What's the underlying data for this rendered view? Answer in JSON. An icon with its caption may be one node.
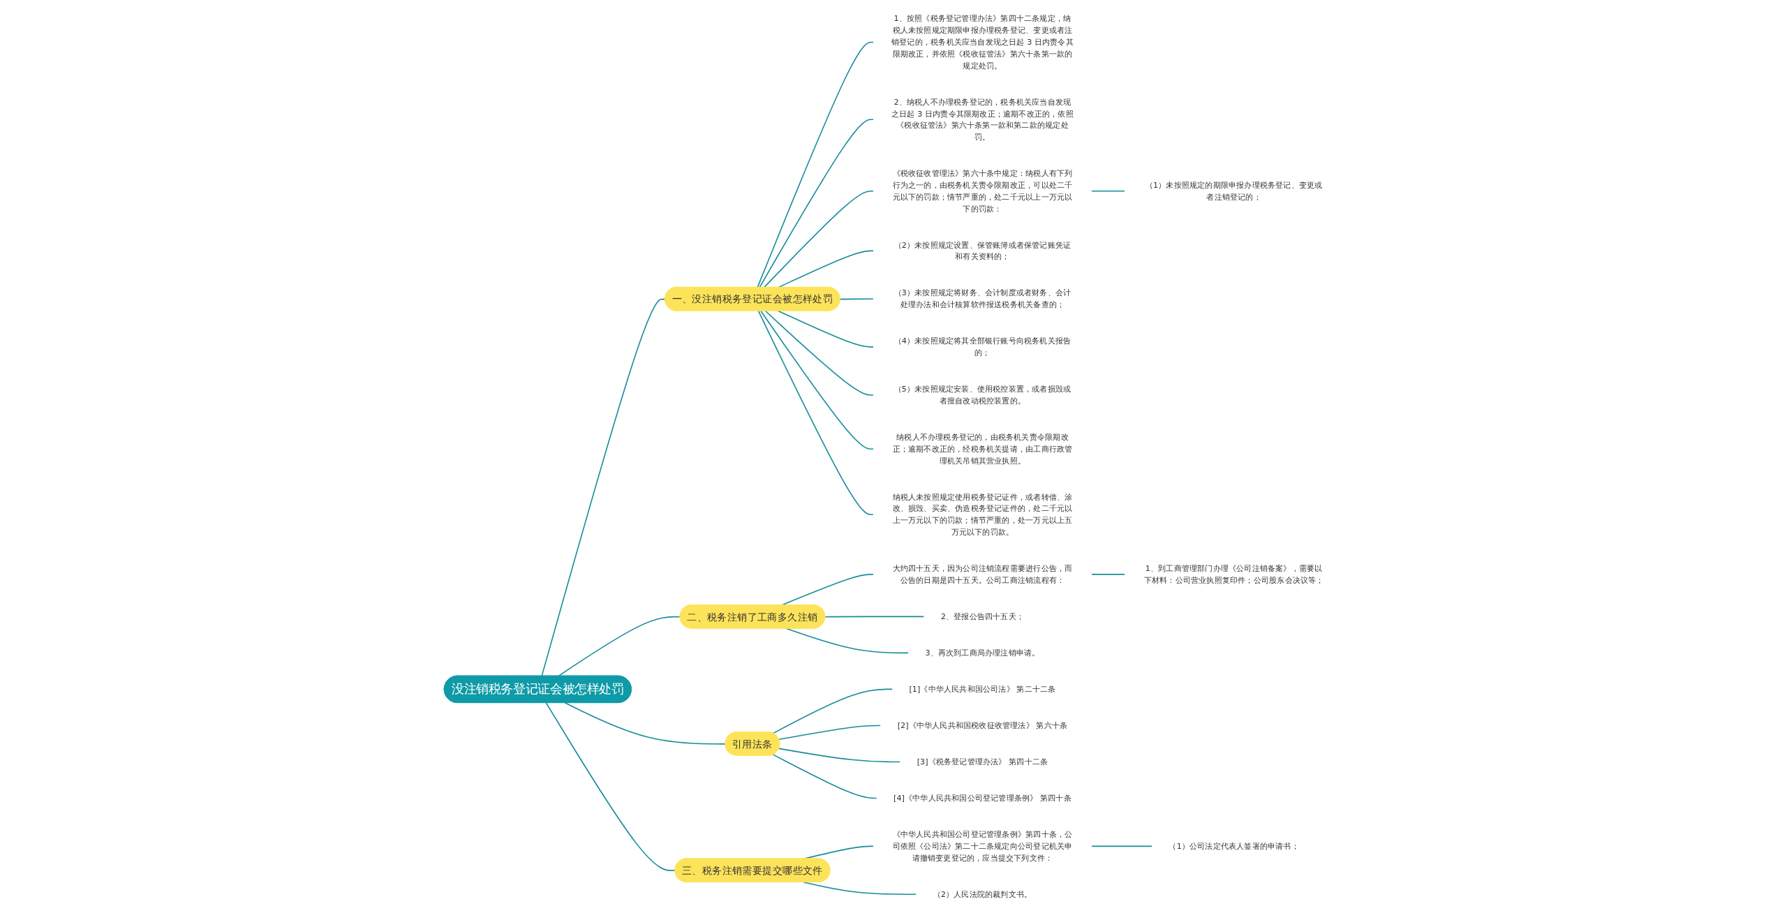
{
  "diagram": {
    "nodes": [
      {
        "text": [
          "没注销税务登记证会被怎样处罚"
        ]
      },
      {
        "text": [
          "一、没注销税务登记证会被怎样处罚"
        ]
      },
      {
        "text": [
          "1、按照《税务登记管理办法》第四十二条规定，纳税人未按照规定期限申报办理税务登记、变更或者注销登记的，税务机关应当自发现之日起 3 日内责令其限期改正，并依照《税收征管法》第六十条第一款的规定处罚。"
        ]
      },
      {
        "text": [
          "2、纳税人不办理税务登记的，税务机关应当自发现之日起 3 日内责令其限期改正；逾期不改正的，依照《税收征管法》第六十条第一款和第二款的规定处罚。"
        ]
      },
      {
        "text": [
          "《税收征收管理法》第六十条中规定：纳税人有下列行为之一的，由税务机关责令限期改正，可以处二千元以下的罚款；情节严重的，处二千元以上一万元以下的罚款："
        ]
      },
      {
        "text": [
          "（1）未按照规定的期限申报办理税务登记、变更或者注销登记的；"
        ]
      },
      {
        "text": [
          "（2）未按照规定设置、保管账簿或者保管记账凭证和有关资料的；"
        ]
      },
      {
        "text": [
          "（3）未按照规定将财务、会计制度或者财务、会计处理办法和会计核算软件报送税务机关备查的；"
        ]
      },
      {
        "text": [
          "（4）未按照规定将其全部银行账号向税务机关报告的；"
        ]
      },
      {
        "text": [
          "（5）未按照规定安装、使用税控装置，或者损毁或者擅自改动税控装置的。"
        ]
      },
      {
        "text": [
          "纳税人不办理税务登记的，由税务机关责令限期改正；逾期不改正的，经税务机关提请，由工商行政管理机关吊销其营业执照。"
        ]
      },
      {
        "text": [
          "纳税人未按照规定使用税务登记证件，或者转借、涂改、损毁、买卖、伪造税务登记证件的，处二千元以上一万元以下的罚款；情节严重的，处一万元以上五万元以下的罚款。"
        ]
      },
      {
        "text": [
          "二、税务注销了工商多久注销"
        ]
      },
      {
        "text": [
          "大约四十五天，因为公司注销流程需要进行公告，而公告的日期是四十五天。公司工商注销流程有："
        ]
      },
      {
        "text": [
          "1、到工商管理部门办理《公司注销备案》，需要以下材料：公司营业执照复印件；公司股东会决议等；"
        ]
      },
      {
        "text": [
          "2、登报公告四十五天；"
        ]
      },
      {
        "text": [
          "3、再次到工商局办理注销申请。"
        ]
      },
      {
        "text": [
          "引用法条"
        ]
      },
      {
        "text": [
          "[1]《中华人民共和国公司法》 第二十二条"
        ]
      },
      {
        "text": [
          "[2]《中华人民共和国税收征收管理法》 第六十条"
        ]
      },
      {
        "text": [
          "[3]《税务登记管理办法》 第四十二条"
        ]
      },
      {
        "text": [
          "[4]《中华人民共和国公司登记管理条例》 第四十条"
        ]
      },
      {
        "text": [
          "三、税务注销需要提交哪些文件"
        ]
      },
      {
        "text": [
          "《中华人民共和国公司登记管理条例》第四十条，公司依照《公司法》第二十二条规定向公司登记机关申请撤销变更登记的，应当提交下列文件："
        ]
      },
      {
        "text": [
          "（1）公司法定代表人签署的申请书；"
        ]
      },
      {
        "text": [
          "（2）人民法院的裁判文书。"
        ]
      }
    ],
    "edges": [
      {
        "from": 0,
        "to": 1,
        "arrow": "none"
      },
      {
        "from": 1,
        "to": 2,
        "arrow": "none"
      },
      {
        "from": 1,
        "to": 3,
        "arrow": "none"
      },
      {
        "from": 1,
        "to": 4,
        "arrow": "none"
      },
      {
        "from": 4,
        "to": 5,
        "arrow": "none"
      },
      {
        "from": 1,
        "to": 6,
        "arrow": "none"
      },
      {
        "from": 1,
        "to": 7,
        "arrow": "none"
      },
      {
        "from": 1,
        "to": 8,
        "arrow": "none"
      },
      {
        "from": 1,
        "to": 9,
        "arrow": "none"
      },
      {
        "from": 1,
        "to": 10,
        "arrow": "none"
      },
      {
        "from": 1,
        "to": 11,
        "arrow": "none"
      },
      {
        "from": 0,
        "to": 12,
        "arrow": "none"
      },
      {
        "from": 12,
        "to": 13,
        "arrow": "none"
      },
      {
        "from": 13,
        "to": 14,
        "arrow": "none"
      },
      {
        "from": 12,
        "to": 15,
        "arrow": "none"
      },
      {
        "from": 12,
        "to": 16,
        "arrow": "none"
      },
      {
        "from": 0,
        "to": 17,
        "arrow": "none"
      },
      {
        "from": 17,
        "to": 18,
        "arrow": "none"
      },
      {
        "from": 17,
        "to": 19,
        "arrow": "none"
      },
      {
        "from": 17,
        "to": 20,
        "arrow": "none"
      },
      {
        "from": 17,
        "to": 21,
        "arrow": "none"
      },
      {
        "from": 0,
        "to": 22,
        "arrow": "none"
      },
      {
        "from": 22,
        "to": 23,
        "arrow": "none"
      },
      {
        "from": 23,
        "to": 24,
        "arrow": "none"
      },
      {
        "from": 22,
        "to": 25,
        "arrow": "none"
      }
    ]
  }
}
